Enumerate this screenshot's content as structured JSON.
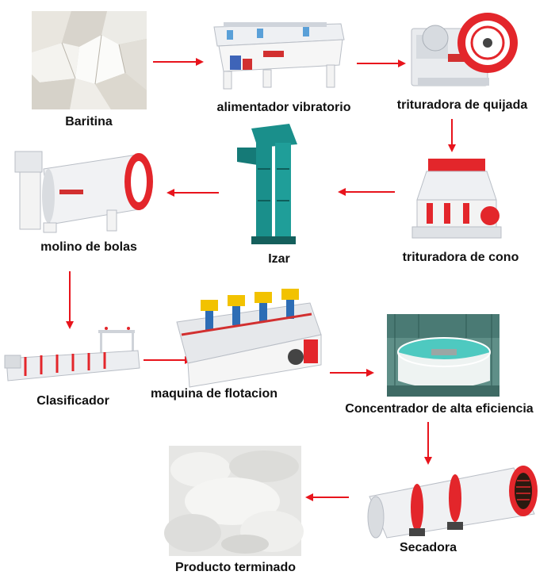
{
  "steps": {
    "baritina": "Baritina",
    "alimentador": "alimentador vibratorio",
    "quijada": "trituradora de quijada",
    "cono": "trituradora de cono",
    "izar": "Izar",
    "molino": "molino de bolas",
    "clasificador": "Clasificador",
    "flotacion": "maquina de flotacion",
    "concentrador": "Concentrador de alta eficiencia",
    "secadora": "Secadora",
    "producto": "Producto terminado"
  },
  "colors": {
    "arrow": "#e8141c",
    "machine_white": "#f2f2f2",
    "machine_red": "#e3262b",
    "elevator_teal": "#1a8f8b",
    "flotation_yellow": "#f2c200",
    "flotation_blue": "#2d6db5"
  }
}
